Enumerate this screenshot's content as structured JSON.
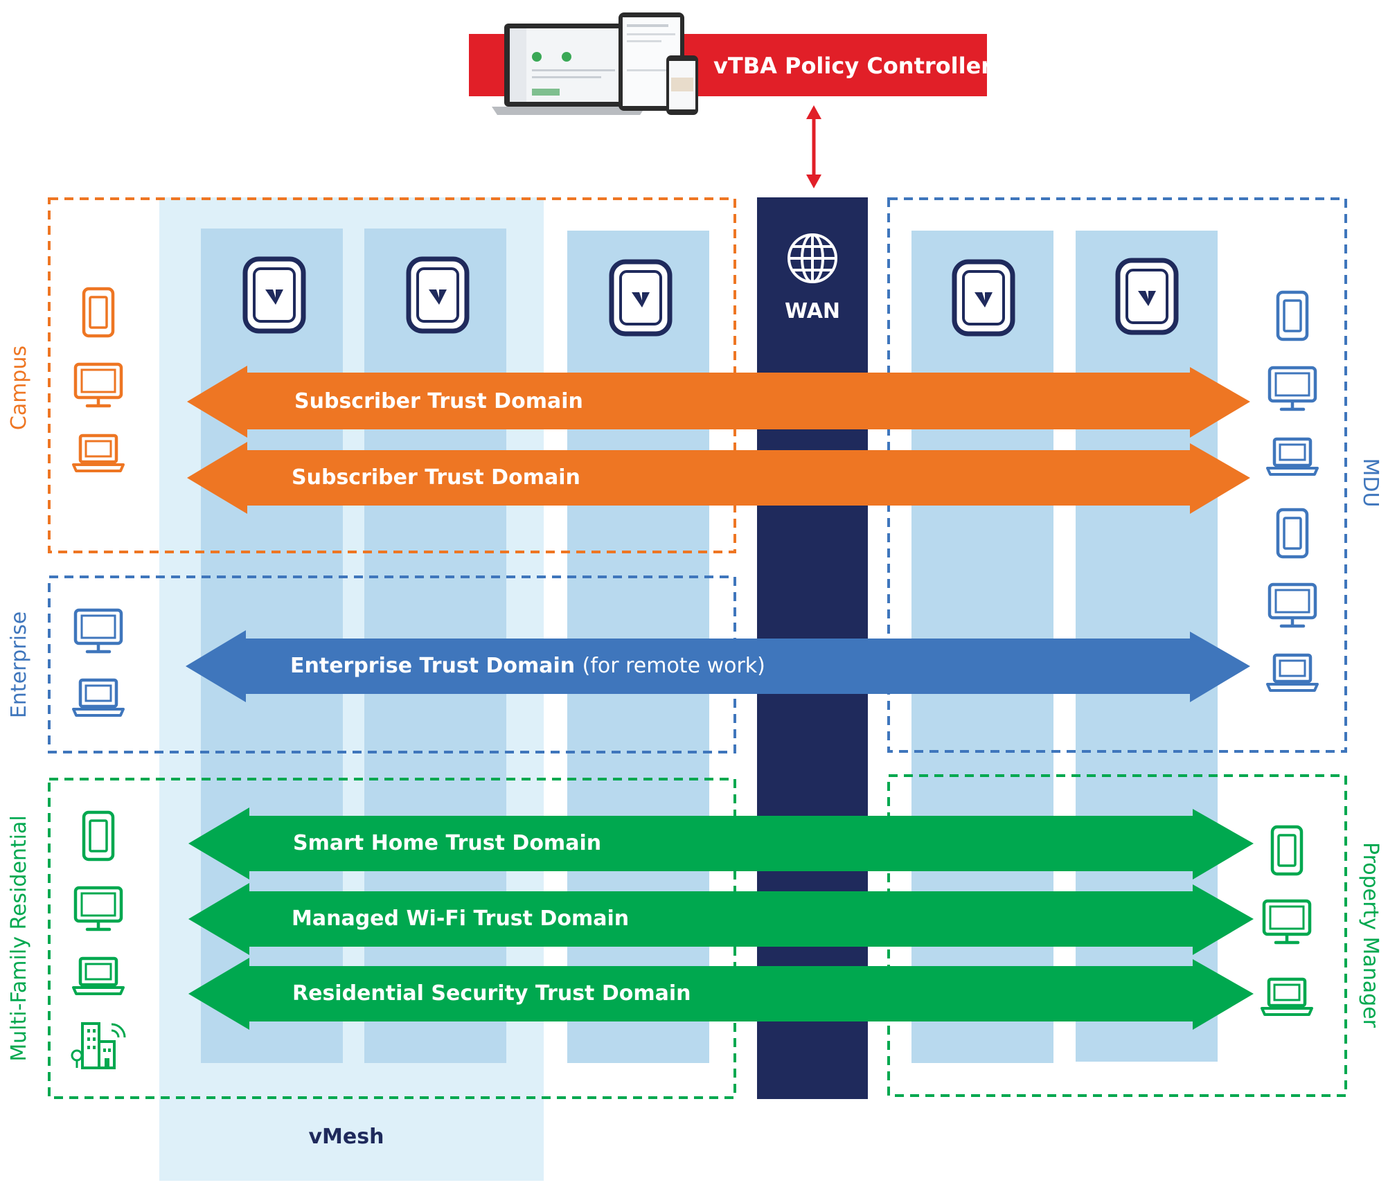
{
  "colors": {
    "orange": "#ee7623",
    "blue": "#3f76bc",
    "green": "#00a84f",
    "navy": "#1f2a5c",
    "red": "#e11f28",
    "light_column": "#b8d9ee",
    "vmesh_band": "#def0f9"
  },
  "controller": {
    "label": "vTBA Policy Controller"
  },
  "wan": {
    "label": "WAN",
    "icon": "globe-icon"
  },
  "vmesh": {
    "label": "vMesh"
  },
  "ap_icon": "access-point-icon",
  "zones": {
    "campus": {
      "label": "Campus"
    },
    "enterprise": {
      "label": "Enterprise"
    },
    "mfr": {
      "label": "Multi-Family Residential"
    },
    "mdu": {
      "label": "MDU"
    },
    "pm": {
      "label": "Property Manager"
    }
  },
  "domains": {
    "subscriber_1": {
      "label": "Subscriber Trust Domain"
    },
    "subscriber_2": {
      "label": "Subscriber Trust Domain"
    },
    "enterprise": {
      "label": "Enterprise Trust Domain",
      "note": "(for remote work)"
    },
    "smart_home": {
      "label": "Smart Home Trust Domain"
    },
    "managed_wifi": {
      "label": "Managed Wi-Fi Trust Domain"
    },
    "residential_security": {
      "label": "Residential Security Trust Domain"
    }
  },
  "devices": {
    "campus": [
      "tablet-icon",
      "monitor-icon",
      "laptop-icon"
    ],
    "enterprise": [
      "monitor-icon",
      "laptop-icon"
    ],
    "mfr": [
      "tablet-icon",
      "monitor-icon",
      "laptop-icon",
      "building-icon"
    ],
    "mdu": [
      "tablet-icon",
      "monitor-icon",
      "laptop-icon",
      "tablet-icon",
      "monitor-icon",
      "laptop-icon"
    ],
    "pm": [
      "tablet-icon",
      "monitor-icon",
      "laptop-icon"
    ]
  }
}
